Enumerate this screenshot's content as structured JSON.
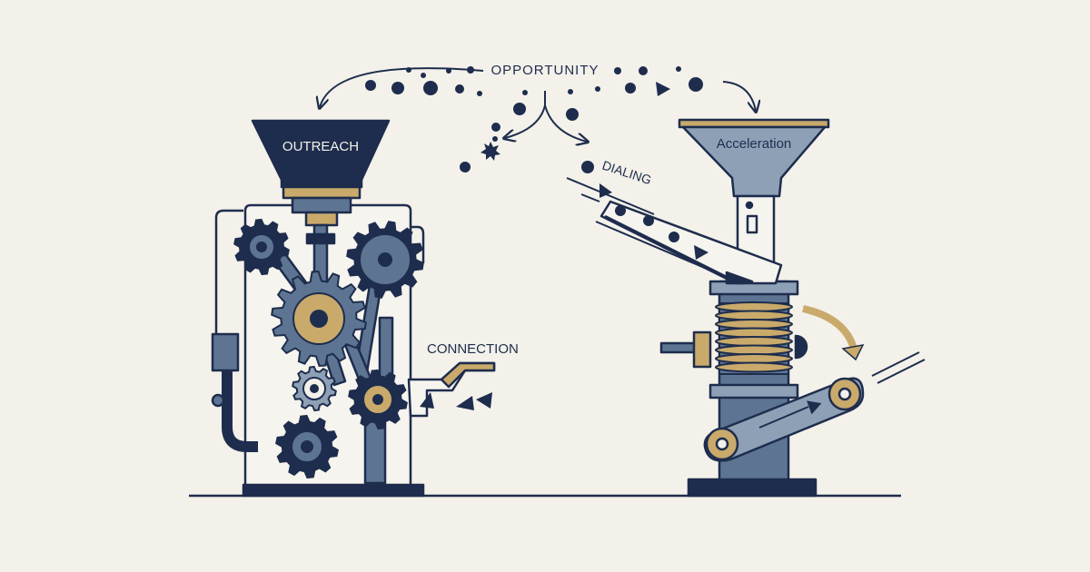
{
  "labels": {
    "opportunity": "OPPORTUNITY",
    "outreach": "OUTREACH",
    "acceleration": "Acceleration",
    "dialing": "DIALING",
    "connection": "CONNECTION"
  },
  "colors": {
    "background": "#f3f1ea",
    "navy": "#1e2d4d",
    "steel": "#5d7493",
    "light_steel": "#8ea0b6",
    "gold": "#c9aa6b",
    "outline": "#2b3344"
  },
  "icons": [
    "gear-icon",
    "funnel-icon",
    "spring-coil-icon",
    "conveyor-belt-icon",
    "arrow-icon",
    "triangle-marker-icon",
    "dot-icon",
    "star-icon"
  ]
}
